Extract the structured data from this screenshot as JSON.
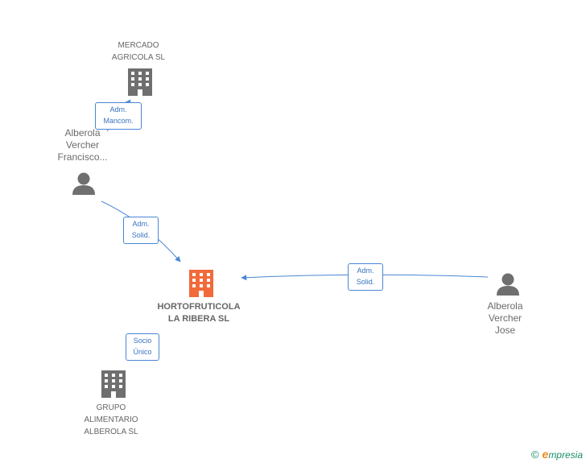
{
  "nodes": {
    "mercado": {
      "label": "MERCADO\nAGRICOLA SL"
    },
    "francisco": {
      "label": "Alberola\nVercher\nFrancisco..."
    },
    "hortofruticola": {
      "label": "HORTOFRUTICOLA\nLA RIBERA SL"
    },
    "jose": {
      "label": "Alberola\nVercher\nJose"
    },
    "grupo": {
      "label": "GRUPO\nALIMENTARIO\nALBEROLA SL"
    }
  },
  "edges": {
    "francisco_mercado": "Adm.\nMancom.",
    "francisco_horto": "Adm.\nSolid.",
    "jose_horto": "Adm.\nSolid.",
    "horto_grupo": "Socio\nÚnico"
  },
  "colors": {
    "edge": "#4a86d4",
    "company_icon": "#6f6f6f",
    "main_icon": "#f26a3a",
    "person_icon": "#6f6f6f"
  },
  "footer": {
    "copyright": "©",
    "brand_initial": "e",
    "brand_rest": "mpresia"
  }
}
